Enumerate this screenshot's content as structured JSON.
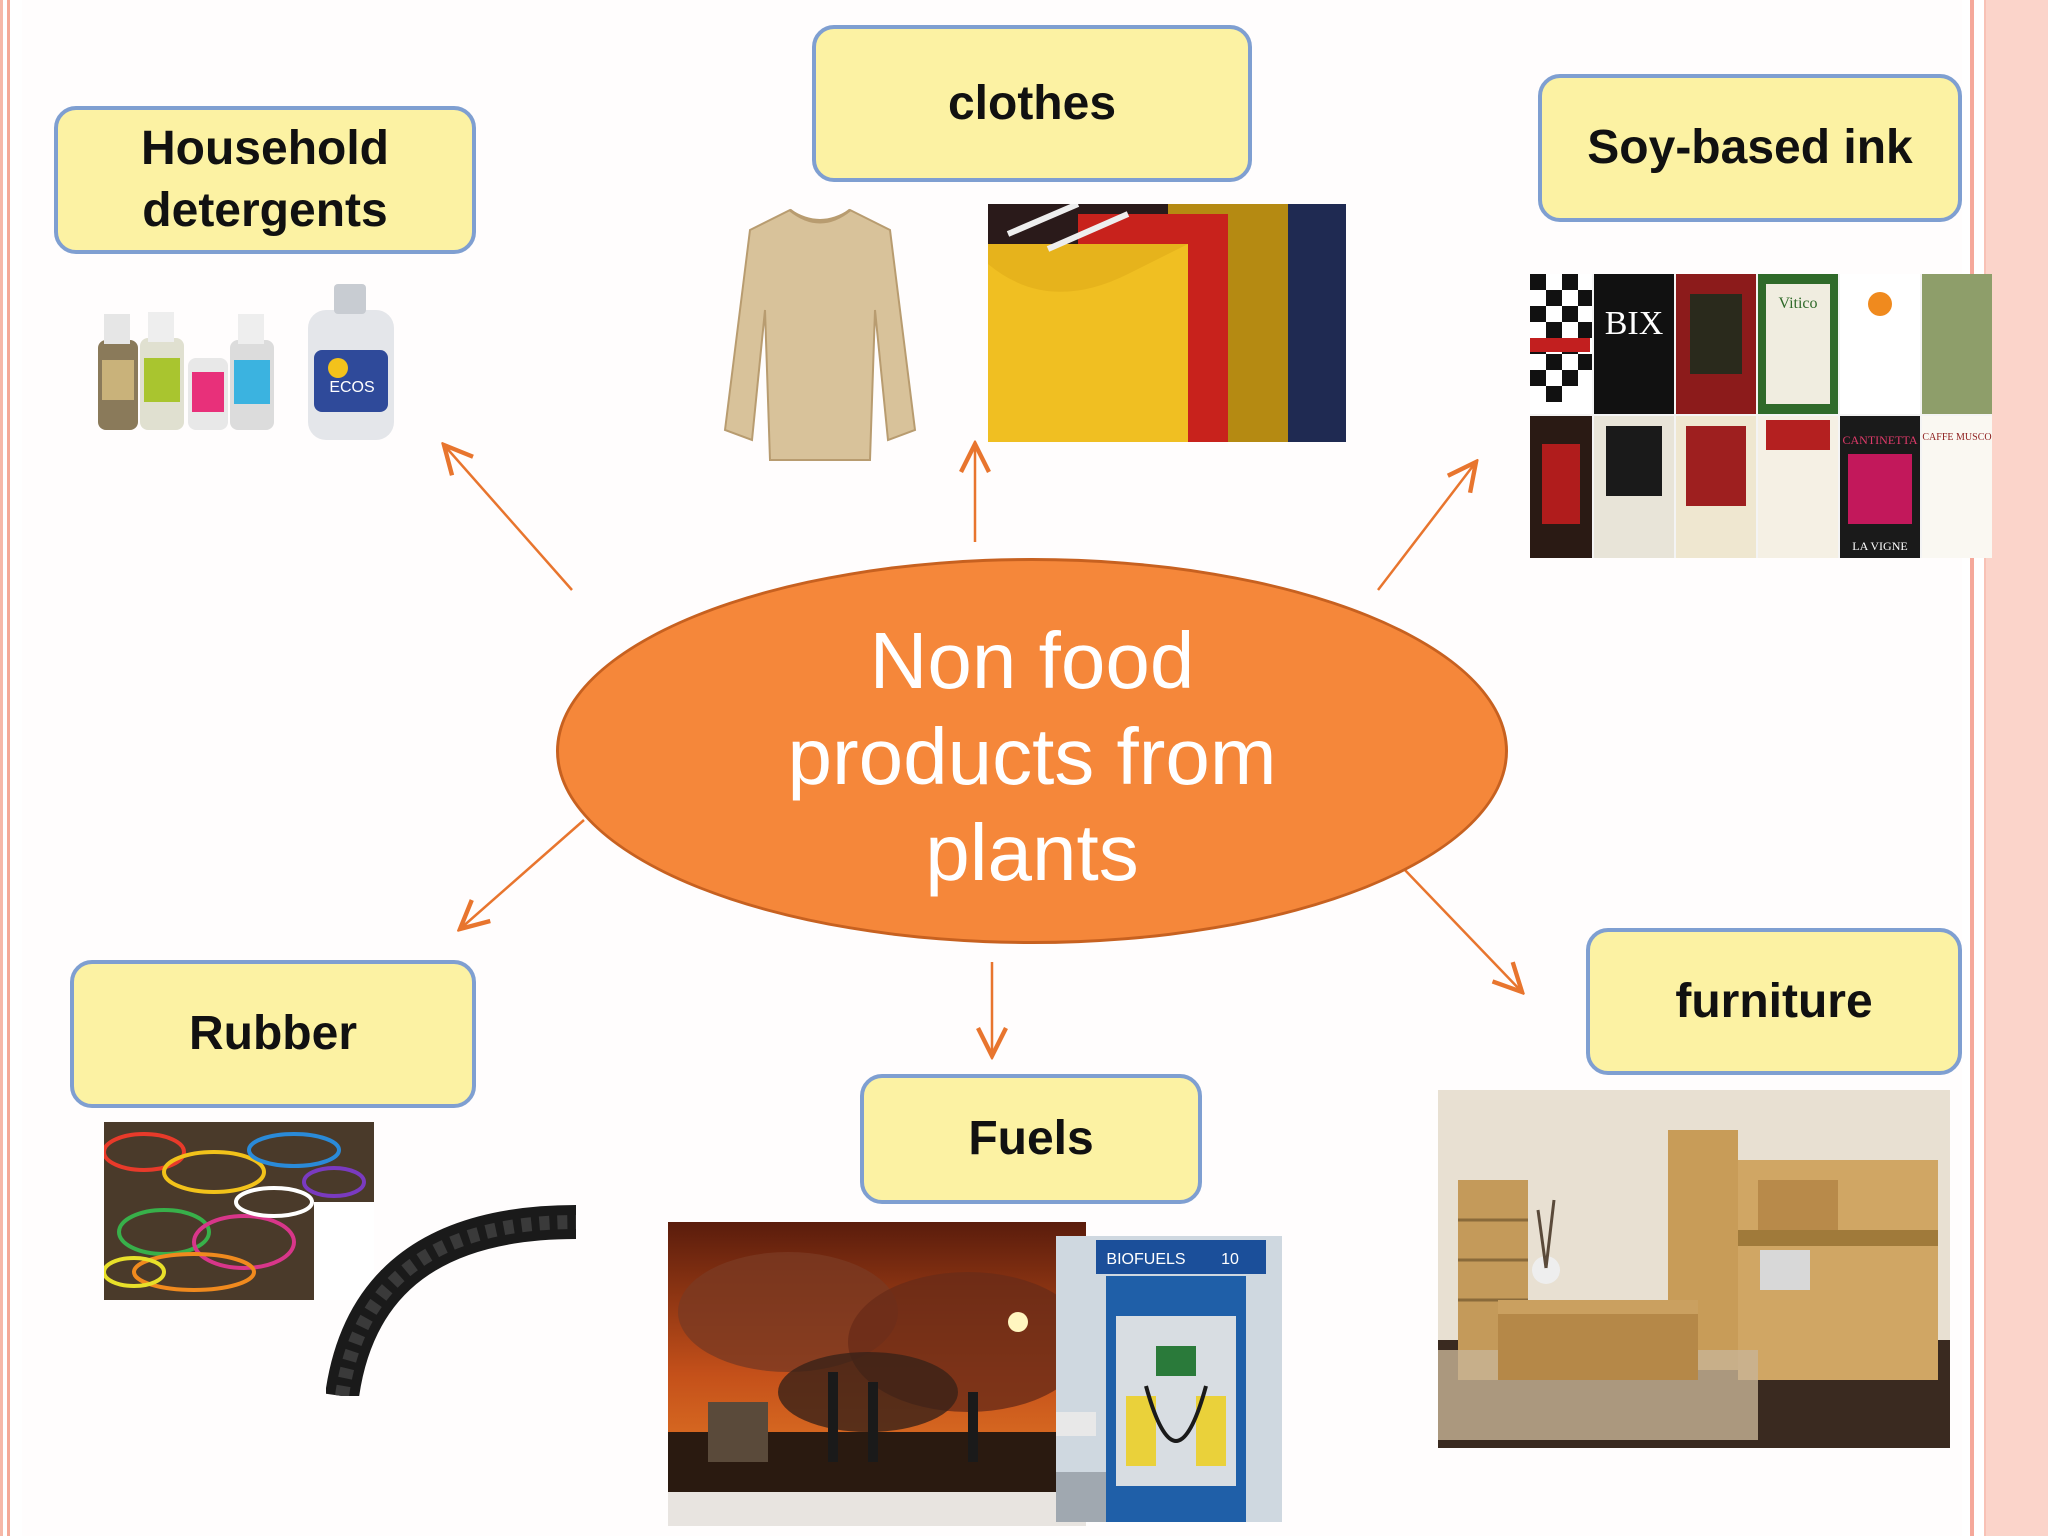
{
  "center": {
    "title": "Non food\nproducts from\nplants"
  },
  "categories": {
    "household": "Household\ndetergents",
    "clothes": "clothes",
    "ink": "Soy-based ink",
    "rubber": "Rubber",
    "fuels": "Fuels",
    "furniture": "furniture"
  },
  "images": {
    "detergent_brand": "ECOS",
    "ink_cards": [
      "BIX",
      "Vitico",
      "CANTINETTA",
      "LA VIGNE",
      "CAFFE MUSCO"
    ],
    "pump_sign": "BIOFUELS",
    "pump_number": "10"
  },
  "colors": {
    "label_fill": "#fcf2a3",
    "label_border": "#7f9fd1",
    "center_fill": "#f5873a",
    "arrow": "#e8752e"
  }
}
